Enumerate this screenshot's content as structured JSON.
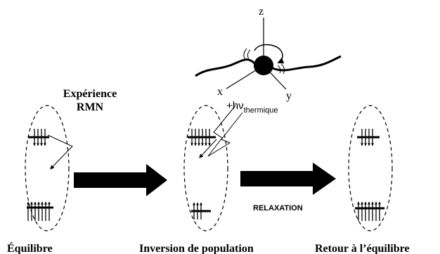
{
  "axes": {
    "z": "z",
    "x": "x",
    "y": "y"
  },
  "experiment": {
    "line1": "Expérience",
    "line2": "RMN"
  },
  "thermal": {
    "prefix": "+h",
    "nu": "ν",
    "subscript": "thermique"
  },
  "relaxation": "RELAXATION",
  "captions": {
    "equilibrium": "Équilibre",
    "inversion": "Inversion de population",
    "return": "Retour à l’équilibre"
  }
}
